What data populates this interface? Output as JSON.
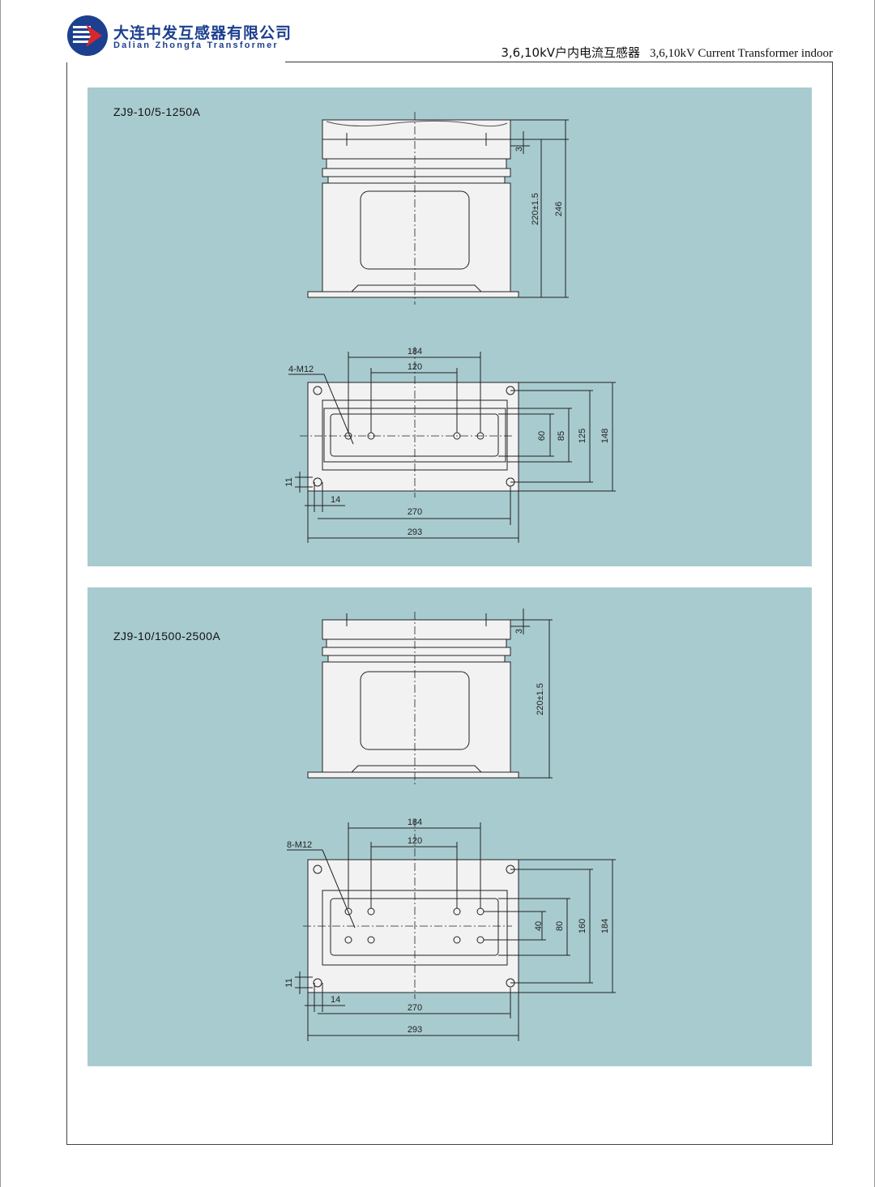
{
  "header": {
    "company_cn": "大连中发互感器有限公司",
    "company_en": "Dalian Zhongfa Transformer",
    "title_cn": "3,6,10kV户内电流互感器",
    "title_en": "3,6,10kV Current Transformer indoor"
  },
  "colors": {
    "panel": "#a8cbcf",
    "brand_blue": "#1c3f8f",
    "brand_red": "#d9272e"
  },
  "drawings": [
    {
      "model": "ZJ9-10/5-1250A",
      "side_dims": {
        "d3": "3",
        "d220": "220±1.5",
        "d246": "246"
      },
      "plan_dims": {
        "d184": "184",
        "d120": "120",
        "bolts": "4-M12",
        "v1": "60",
        "v2": "85",
        "v3": "125",
        "v4": "148",
        "d11": "11",
        "d14": "14",
        "d270": "270",
        "d293": "293"
      }
    },
    {
      "model": "ZJ9-10/1500-2500A",
      "side_dims": {
        "d3": "3",
        "d220": "220±1.5"
      },
      "plan_dims": {
        "d184": "184",
        "d120": "120",
        "bolts": "8-M12",
        "v1": "40",
        "v2": "80",
        "v3": "160",
        "v4": "184",
        "d11": "11",
        "d14": "14",
        "d270": "270",
        "d293": "293"
      }
    }
  ]
}
